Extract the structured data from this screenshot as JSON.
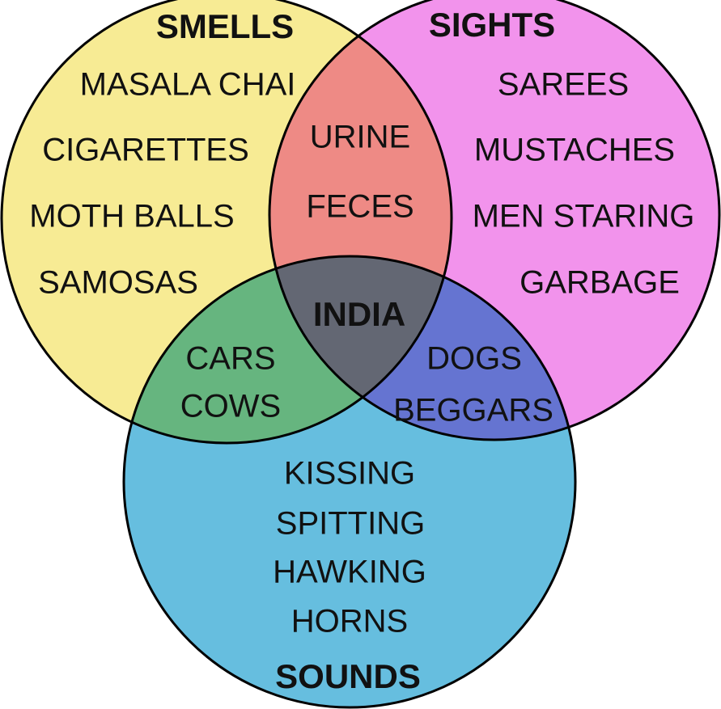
{
  "colors": {
    "smells": "#f7eb94",
    "sights": "#f293ec",
    "sounds": "#66bedf",
    "smells_sights": "#ee8a85",
    "smells_sounds": "#66b57f",
    "sights_sounds": "#6574d1",
    "all": "#636773"
  },
  "sets": {
    "smells": {
      "title": "SMELLS",
      "items": [
        "MASALA CHAI",
        "CIGARETTES",
        "MOTH BALLS",
        "SAMOSAS"
      ]
    },
    "sights": {
      "title": "SIGHTS",
      "items": [
        "SAREES",
        "MUSTACHES",
        "MEN STARING",
        "GARBAGE"
      ]
    },
    "sounds": {
      "title": "SOUNDS",
      "items": [
        "KISSING",
        "SPITTING",
        "HAWKING",
        "HORNS"
      ]
    }
  },
  "intersections": {
    "smells_sights": [
      "URINE",
      "FECES"
    ],
    "smells_sounds": [
      "CARS",
      "COWS"
    ],
    "sights_sounds": [
      "DOGS",
      "BEGGARS"
    ],
    "all": "INDIA"
  }
}
